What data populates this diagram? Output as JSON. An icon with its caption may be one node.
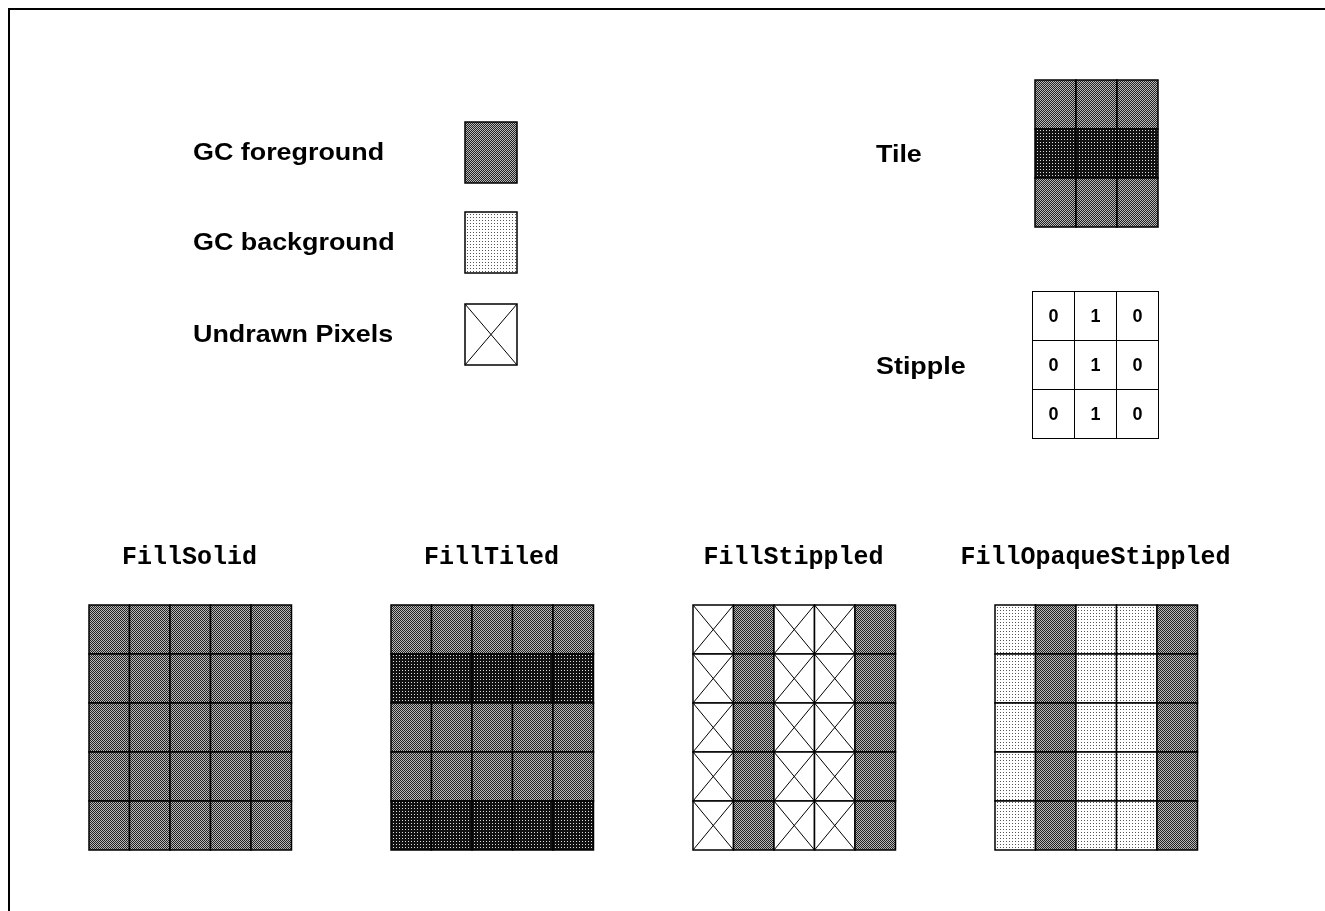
{
  "diagram": {
    "labels": [
      "Tile",
      "Stipple",
      "0",
      "1",
      "0",
      "0",
      "1",
      "0",
      "0",
      "1",
      "0",
      "FillSolid",
      "FillTiled",
      "FillStippled",
      "FillOpaqueStippled"
    ],
    "legend": [
      {
        "text": "GC foreground"
      },
      {
        "text": "GC background"
      },
      {
        "text": "Undrawn Pixels"
      }
    ]
  }
}
